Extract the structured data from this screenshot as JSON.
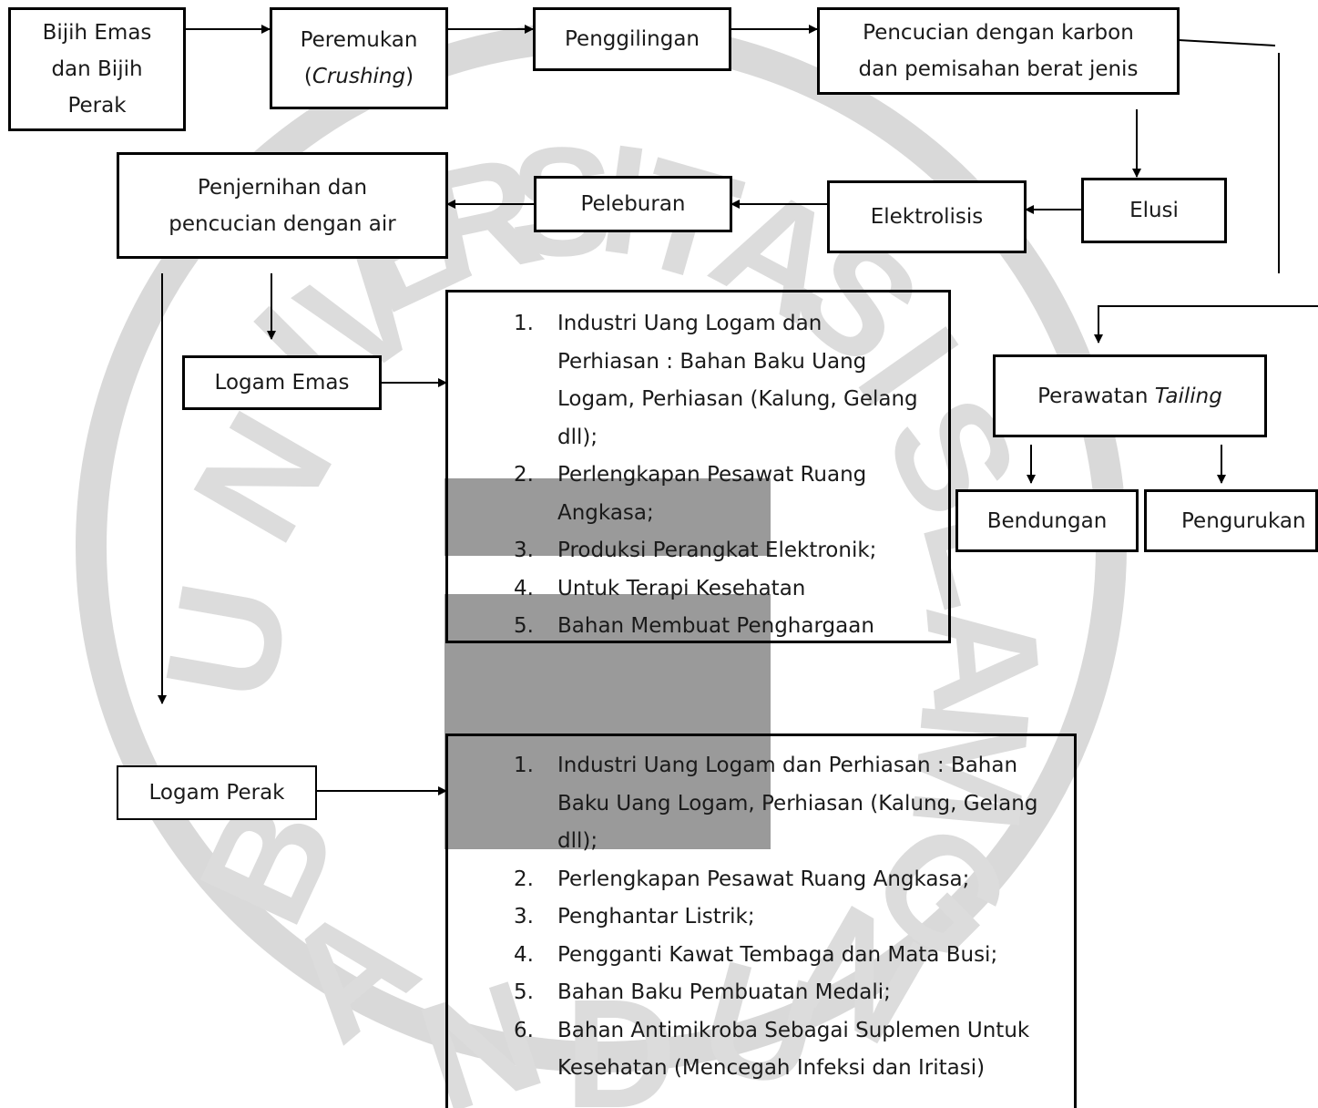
{
  "watermark": {
    "letters": [
      "U",
      "N",
      "I",
      "V",
      "E",
      "R",
      "S",
      "I",
      "T",
      "A",
      "S",
      "I",
      "S",
      "L",
      "A",
      "M",
      "B",
      "A",
      "N",
      "D",
      "U",
      "N",
      "G"
    ]
  },
  "nodes": {
    "bijih": [
      "Bijih Emas",
      "dan Bijih",
      "Perak"
    ],
    "peremukan": {
      "line1": "Peremukan",
      "open": "(",
      "italic": "Crushing",
      "close": ")"
    },
    "penggilingan": "Penggilingan",
    "pencucian": [
      "Pencucian dengan karbon",
      "dan pemisahan berat jenis"
    ],
    "elusi": "Elusi",
    "elektrolisis": "Elektrolisis",
    "peleburan": "Peleburan",
    "penjernihan": [
      "Penjernihan dan",
      "pencucian dengan air"
    ],
    "logam_emas": "Logam Emas",
    "logam_perak": "Logam Perak",
    "perawatan": {
      "text": "Perawatan ",
      "italic": "Tailing"
    },
    "bendungan": "Bendungan",
    "pengurukan": "Pengurukan"
  },
  "emas_uses": [
    {
      "num": "1.",
      "lines": [
        "Industri Uang Logam dan",
        "Perhiasan : Bahan Baku Uang",
        "Logam, Perhiasan (Kalung, Gelang",
        "dll);"
      ]
    },
    {
      "num": "2.",
      "lines": [
        "Perlengkapan Pesawat Ruang",
        "Angkasa;"
      ]
    },
    {
      "num": "3.",
      "lines": [
        "Produksi Perangkat Elektronik;"
      ]
    },
    {
      "num": "4.",
      "lines": [
        "Untuk Terapi Kesehatan"
      ]
    },
    {
      "num": "5.",
      "lines": [
        "Bahan Membuat Penghargaan"
      ]
    }
  ],
  "perak_uses": [
    {
      "num": "1.",
      "lines": [
        "Industri Uang Logam dan Perhiasan : Bahan",
        "Baku Uang Logam, Perhiasan (Kalung, Gelang",
        "dll);"
      ]
    },
    {
      "num": "2.",
      "lines": [
        "Perlengkapan Pesawat Ruang Angkasa;"
      ]
    },
    {
      "num": "3.",
      "lines": [
        "Penghantar Listrik;"
      ]
    },
    {
      "num": "4.",
      "lines": [
        "Pengganti Kawat Tembaga dan Mata Busi;"
      ]
    },
    {
      "num": "5.",
      "lines": [
        "Bahan Baku Pembuatan Medali;"
      ]
    },
    {
      "num": "6.",
      "lines": [
        "Bahan Antimikroba Sebagai Suplemen Untuk",
        "Kesehatan (Mencegah Infeksi dan Iritasi)"
      ]
    }
  ]
}
